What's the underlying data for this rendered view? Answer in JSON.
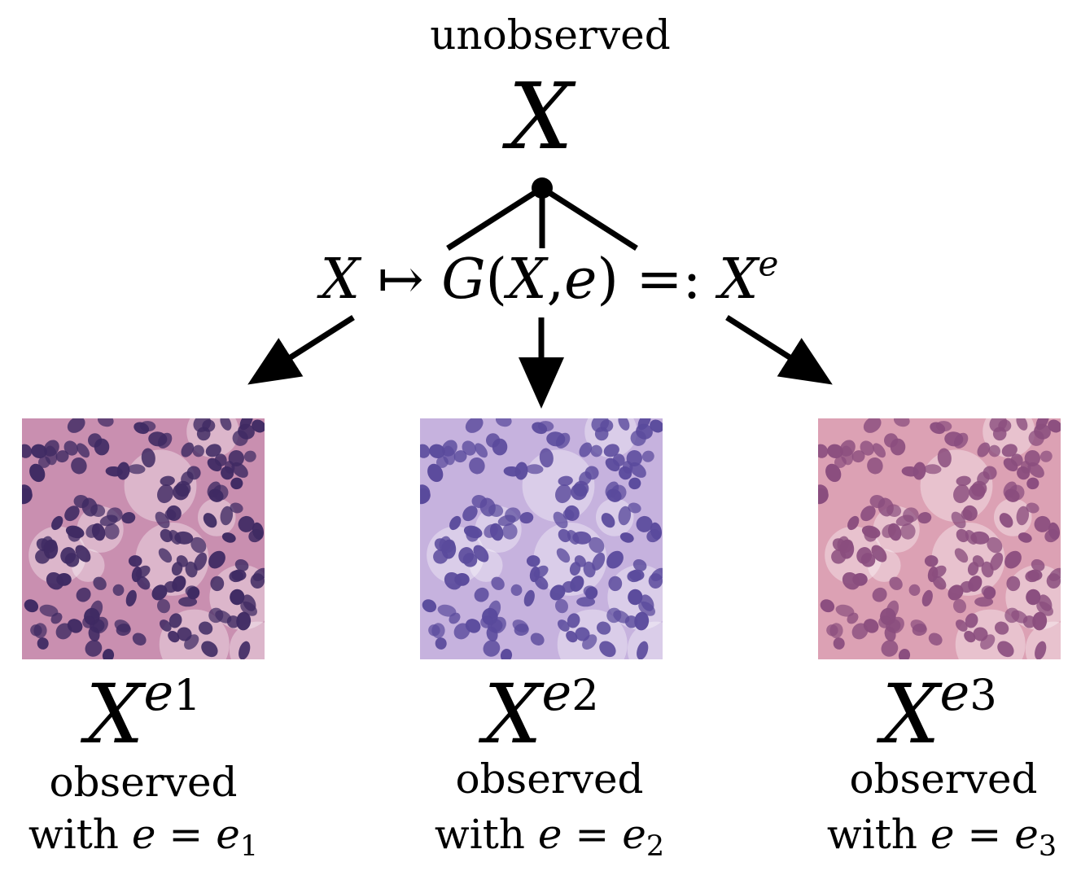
{
  "top": {
    "label": "unobserved",
    "symbol": "X"
  },
  "mapping": {
    "lhs": "X",
    "maps_to": "↦",
    "func": "G",
    "open": "(",
    "arg1": "X",
    "comma": ",",
    "arg2": "e",
    "close": ")",
    "defeq": "=:",
    "result_base": "X",
    "result_sup": "e"
  },
  "environments": [
    {
      "symbol_base": "X",
      "sup_var": "e",
      "sup_index": "1",
      "label_line1": "observed",
      "label_with": "with",
      "cond_var": "e",
      "cond_eq": "=",
      "cond_val": "e",
      "cond_index": "1",
      "tint": "#c98fb0",
      "nucleus_color": "#3f2a63"
    },
    {
      "symbol_base": "X",
      "sup_var": "e",
      "sup_index": "2",
      "label_line1": "observed",
      "label_with": "with",
      "cond_var": "e",
      "cond_eq": "=",
      "cond_val": "e",
      "cond_index": "2",
      "tint": "#c6b2de",
      "nucleus_color": "#5a4a9c"
    },
    {
      "symbol_base": "X",
      "sup_var": "e",
      "sup_index": "3",
      "label_line1": "observed",
      "label_with": "with",
      "cond_var": "e",
      "cond_eq": "=",
      "cond_val": "e",
      "cond_index": "3",
      "tint": "#dca1b4",
      "nucleus_color": "#8a4d7e"
    }
  ]
}
